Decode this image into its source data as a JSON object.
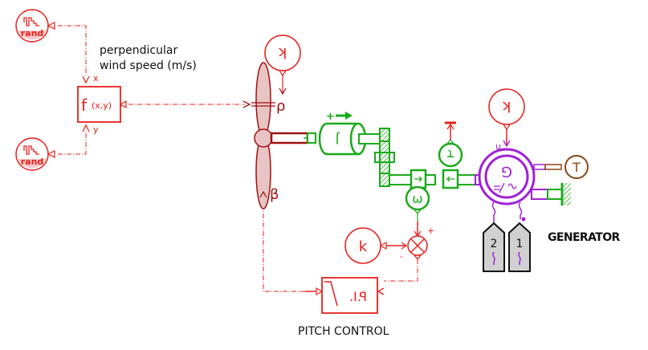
{
  "colors": {
    "signal": "#e8201c",
    "rotor": "#a01010",
    "rotor_fill": "#e8c4c4",
    "mech": "#1aaa1a",
    "electric": "#a020d8",
    "thermal": "#8b4513",
    "pin_fill": "#d0d0d0",
    "text": "#111111"
  },
  "sources": {
    "rand_top": {
      "label": "rand"
    },
    "rand_bottom": {
      "label": "rand"
    }
  },
  "function_block": {
    "symbol": "f",
    "args": "(x,y)",
    "input_x": "x",
    "input_y": "y",
    "caption_line1": "perpendicular",
    "caption_line2": "wind speed (m/s)"
  },
  "rotor": {
    "rho_label": "ρ",
    "beta_label": "β",
    "rho_constant": "k"
  },
  "inertia": {
    "symbol": "J",
    "sign": "+"
  },
  "sensors": {
    "speed_sensor": "ω",
    "torque_sensor": "τ"
  },
  "generator": {
    "title": "GENERATOR",
    "symbol": "G",
    "input_label": "u",
    "constant": "k",
    "thermal_port": "T",
    "pins": [
      {
        "label": "2"
      },
      {
        "label": "1"
      }
    ]
  },
  "pitch_control": {
    "title": "PITCH CONTROL",
    "controller": "P.I.",
    "setpoint": "k",
    "sum_plus": "+",
    "sum_minus": "-"
  }
}
